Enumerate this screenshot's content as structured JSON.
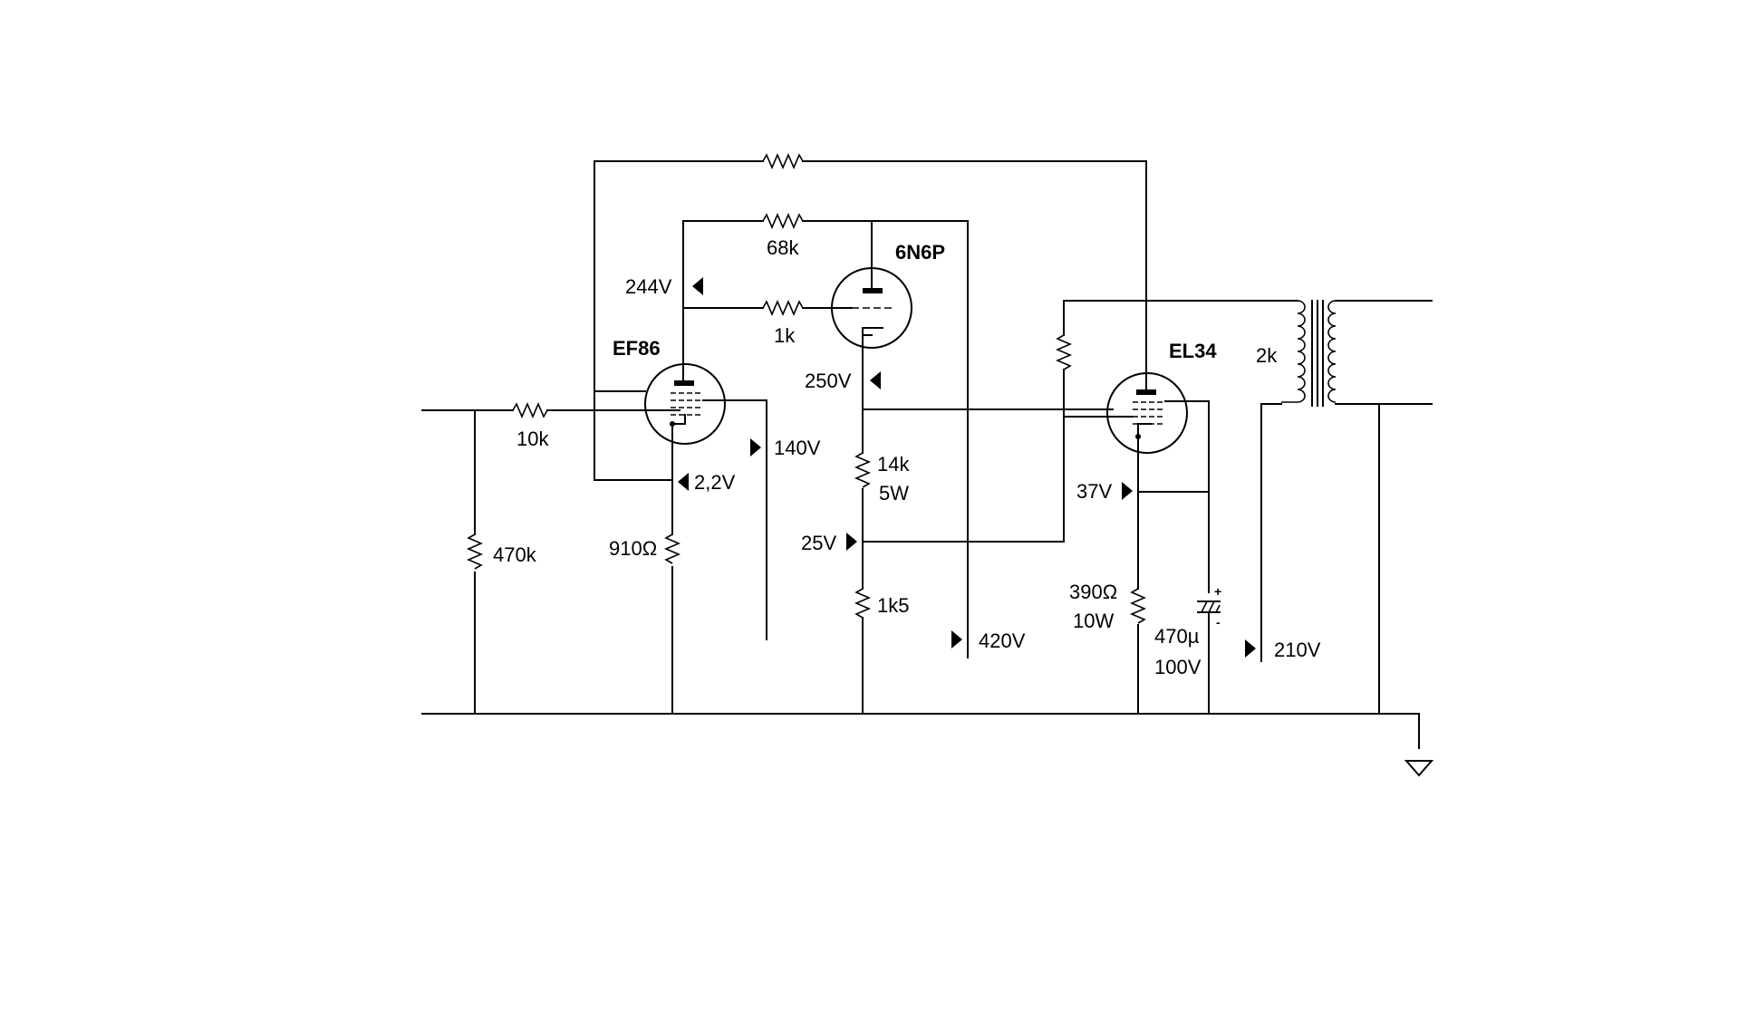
{
  "tubes": {
    "ef86": "EF86",
    "n6p": "6N6P",
    "el34": "EL34"
  },
  "resistors": {
    "r_10k": "10k",
    "r_470k": "470k",
    "r_910": "910Ω",
    "r_68k": "68k",
    "r_1k": "1k",
    "r_14k": "14k",
    "r_14k_w": "5W",
    "r_1k5": "1k5",
    "r_390": "390Ω",
    "r_390_w": "10W"
  },
  "capacitor": {
    "value": "470µ",
    "voltage": "100V",
    "plus": "+",
    "minus": "-"
  },
  "transformer": {
    "impedance": "2k"
  },
  "voltages": {
    "v244": "244V",
    "v140": "140V",
    "v2_2": "2,2V",
    "v250": "250V",
    "v25": "25V",
    "v420": "420V",
    "v37": "37V",
    "v210": "210V"
  }
}
